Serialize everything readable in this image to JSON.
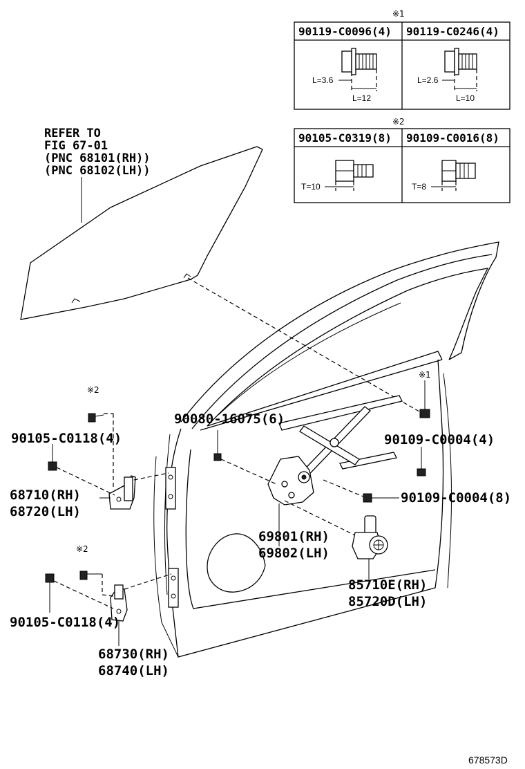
{
  "tables": {
    "group1": {
      "mark": "※1",
      "headers": [
        "90119-C0096(4)",
        "90119-C0246(4)"
      ],
      "dims": [
        {
          "l_head": "L=3.6",
          "l_total": "L=12"
        },
        {
          "l_head": "L=2.6",
          "l_total": "L=10"
        }
      ]
    },
    "group2": {
      "mark": "※2",
      "headers": [
        "90105-C0319(8)",
        "90109-C0016(8)"
      ],
      "dims": [
        {
          "t": "T=10"
        },
        {
          "t": "T=8"
        }
      ]
    }
  },
  "refer": {
    "line1": "REFER TO",
    "line2": "FIG 67-01",
    "line3": "(PNC 68101(RH))",
    "line4": "(PNC 68102(LH))"
  },
  "labels": {
    "mark1_bolt": "※1",
    "mark2_upper": "※2",
    "mark2_lower": "※2",
    "bolt_90080": "90080-16075(6)",
    "bolt_90109_4": "90109-C0004(4)",
    "bolt_90109_8": "90109-C0004(8)",
    "bolt_90105_upper": "90105-C0118(4)",
    "bolt_90105_lower": "90105-C0118(4)",
    "hinge_upper_rh": "68710(RH)",
    "hinge_upper_lh": "68720(LH)",
    "regulator_rh": "69801(RH)",
    "regulator_lh": "69802(LH)",
    "motor_rh": "85710E(RH)",
    "motor_lh": "85720D(LH)",
    "hinge_lower_rh": "68730(RH)",
    "hinge_lower_lh": "68740(LH)",
    "figure_code": "678573D"
  }
}
